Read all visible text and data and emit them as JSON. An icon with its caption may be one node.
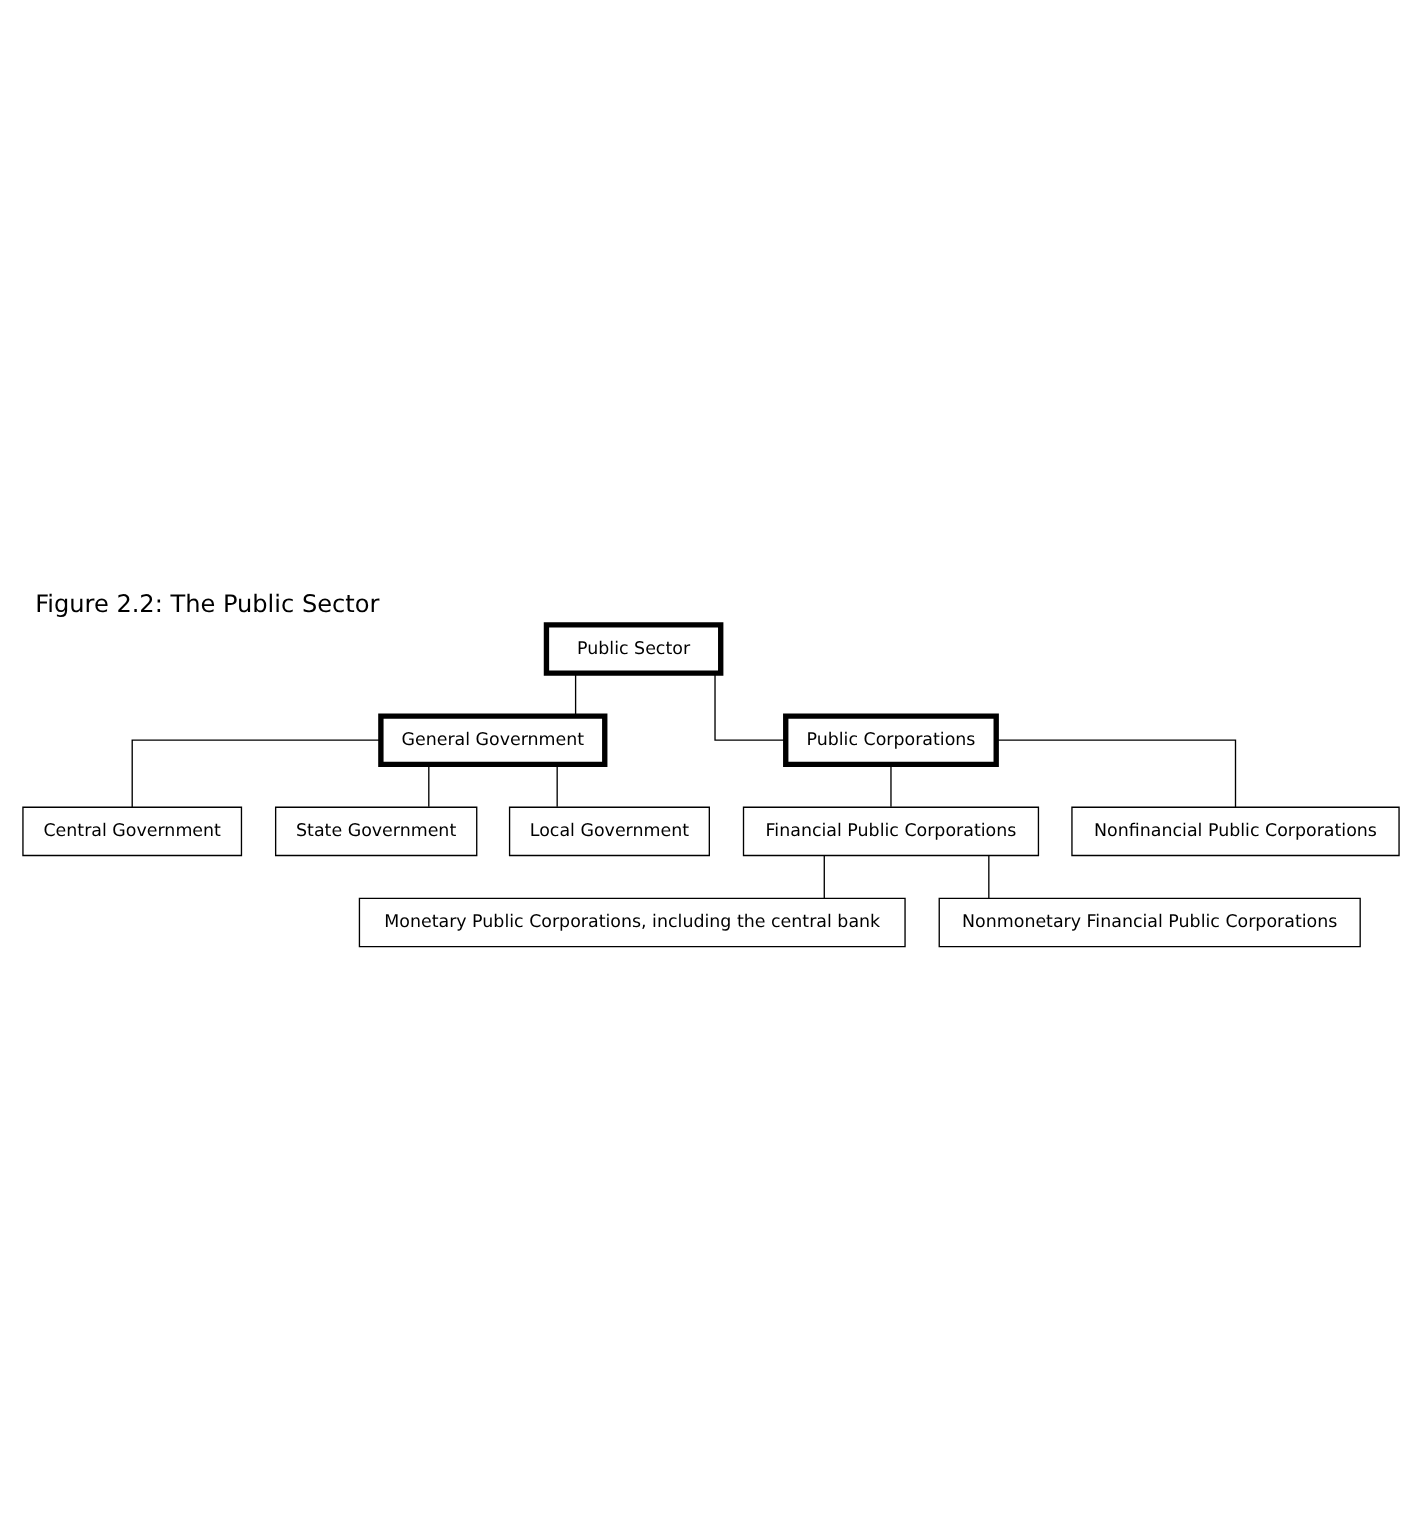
{
  "diagram": {
    "title": "Figure 2.2: The Public Sector",
    "nodes": [
      {
        "text": [
          "Public Sector"
        ]
      },
      {
        "text": [
          "General Government"
        ]
      },
      {
        "text": [
          "Public Corporations"
        ]
      },
      {
        "text": [
          "Central Government"
        ]
      },
      {
        "text": [
          "State Government"
        ]
      },
      {
        "text": [
          "Local Government"
        ]
      },
      {
        "text": [
          "Financial Public Corporations"
        ]
      },
      {
        "text": [
          "Nonfinancial Public Corporations"
        ]
      },
      {
        "text": [
          "Monetary Public Corporations, including the central bank"
        ]
      },
      {
        "text": [
          "Nonmonetary Financial Public Corporations"
        ]
      }
    ],
    "edges": [
      {
        "from": 0,
        "to": 1,
        "arrow": "none"
      },
      {
        "from": 0,
        "to": 2,
        "arrow": "none"
      },
      {
        "from": 1,
        "to": 3,
        "arrow": "none"
      },
      {
        "from": 1,
        "to": 4,
        "arrow": "none"
      },
      {
        "from": 1,
        "to": 5,
        "arrow": "none"
      },
      {
        "from": 2,
        "to": 6,
        "arrow": "none"
      },
      {
        "from": 2,
        "to": 7,
        "arrow": "none"
      },
      {
        "from": 6,
        "to": 8,
        "arrow": "none"
      },
      {
        "from": 6,
        "to": 9,
        "arrow": "none"
      }
    ]
  }
}
